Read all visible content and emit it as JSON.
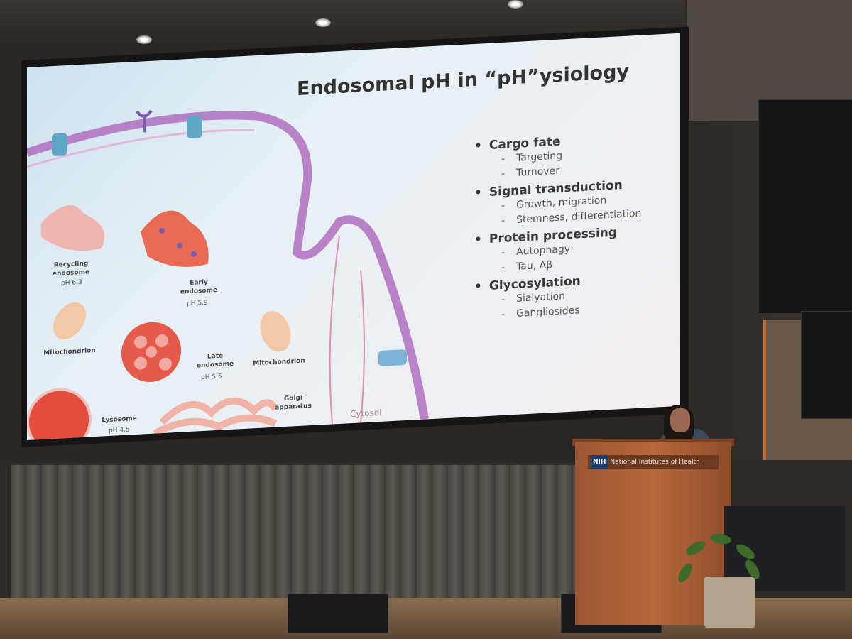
{
  "slide": {
    "title": "Endosomal pH in “pH”ysiology",
    "bullets": [
      {
        "heading": "Cargo fate",
        "items": [
          "Targeting",
          "Turnover"
        ]
      },
      {
        "heading": "Signal transduction",
        "items": [
          "Growth, migration",
          "Stemness, differentiation"
        ]
      },
      {
        "heading": "Protein processing",
        "items": [
          "Autophagy",
          "Tau, Aβ"
        ]
      },
      {
        "heading": "Glycosylation",
        "items": [
          "Sialyation",
          "Gangliosides"
        ]
      }
    ],
    "diagram": {
      "recycling_label": "Recycling endosome",
      "recycling_ph": "pH 6.3",
      "early_label": "Early endosome",
      "early_ph": "pH 5.9",
      "late_label": "Late endosome",
      "late_ph": "pH 5.5",
      "lysosome_label": "Lysosome",
      "lysosome_ph": "pH 4.5",
      "mito_left": "Mitochondrion",
      "mito_right": "Mitochondrion",
      "golgi_label": "Golgi apparatus",
      "cytosol_label": "Cytosol"
    }
  },
  "podium": {
    "logo": "NIH",
    "sign_text": "National Institutes of Health"
  },
  "colors": {
    "slide_bg": "#dce9f1",
    "organelle": "#e05a4a",
    "membrane": "#b06fc0",
    "podium": "#b0623a"
  }
}
